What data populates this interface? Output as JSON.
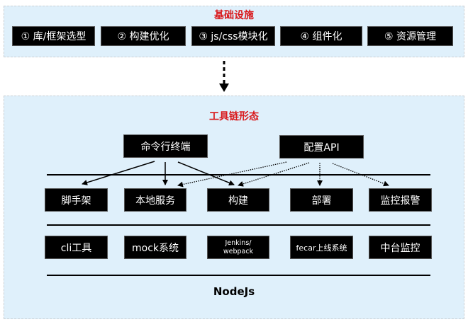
{
  "infrastructure": {
    "title": "基础设施",
    "items": [
      "① 库/框架选型",
      "②  构建优化",
      "③ js/css模块化",
      "④   组件化",
      "⑤  资源管理"
    ]
  },
  "toolchain": {
    "title": "工具链形态",
    "sources": {
      "cli_terminal": "命令行终端",
      "config_api": "配置API"
    },
    "capabilities": [
      "脚手架",
      "本地服务",
      "构建",
      "部署",
      "监控报警"
    ],
    "implementations": [
      "cli工具",
      "mock系统",
      "Jenkins/\nwebpack",
      "fecar上线系统",
      "中台监控"
    ],
    "base": "NodeJs"
  },
  "colors": {
    "title_red": "#d9191c",
    "panel_bg": "#dff0fb",
    "box_bg": "#000000",
    "box_text": "#ffffff"
  }
}
